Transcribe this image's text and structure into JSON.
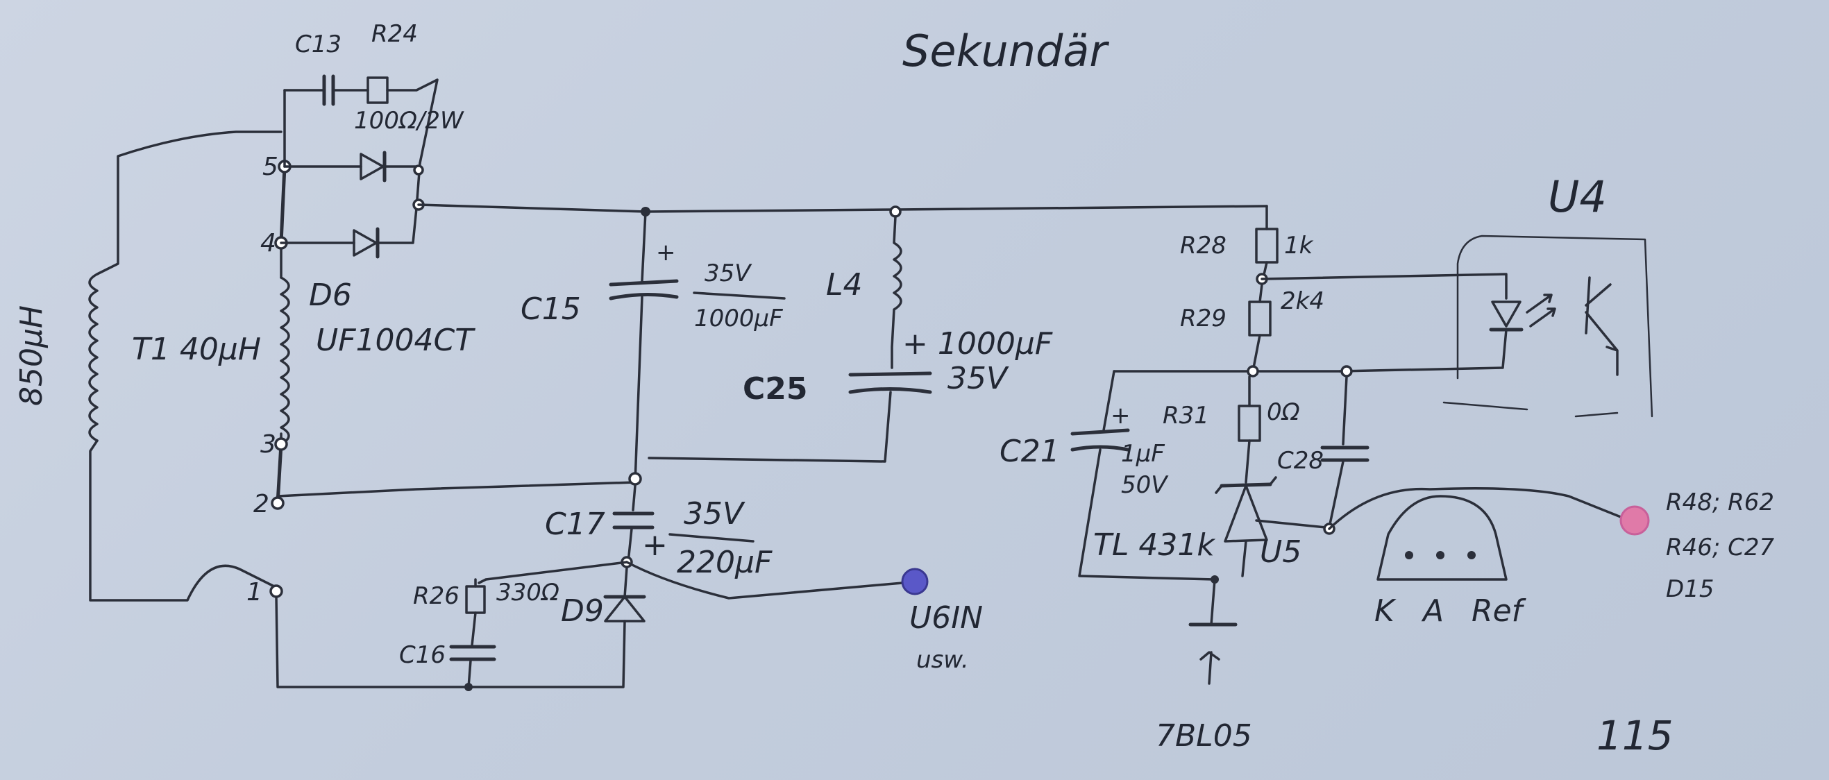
{
  "title": "Sekundär",
  "colors": {
    "paper": "#c6d0df",
    "ink": "#2b2f3a",
    "blue_marker": "#5a58c8",
    "red_marker": "#e07aa8"
  },
  "labels": {
    "c13": "C13",
    "r24": "R24",
    "r24_value": "100Ω/2W",
    "d6": "D6",
    "d6_part": "UF1004CT",
    "t1": "T1 40µH",
    "primary_inductance": "850µH",
    "pin_5": "5",
    "pin_4": "4",
    "pin_3": "3",
    "pin_2": "2",
    "pin_1": "1",
    "c15": "C15",
    "c15_voltage": "35V",
    "c15_value": "1000µF",
    "l4": "L4",
    "c25": "C25",
    "c25_value": "+ 1000µF",
    "c25_voltage": "35V",
    "c17": "C17",
    "c17_voltage": "35V",
    "c17_value": "220µF",
    "r26": "R26",
    "r26_value": "330Ω",
    "d9": "D9",
    "c16": "C16",
    "u6_label": "U6IN",
    "u6_note": "usw.",
    "r28": "R28",
    "r28_value": "1k",
    "r29": "R29",
    "r29_value": "2k4",
    "r31": "R31",
    "r31_value": "0Ω",
    "c21": "C21",
    "c21_value": "1µF",
    "c21_voltage": "50V",
    "c28": "C28",
    "tl431": "TL 431k",
    "u5": "U5",
    "u4": "U4",
    "pin_k": "K",
    "pin_a": "A",
    "pin_ref": "Ref",
    "r48_ref": "R48; R62",
    "r46_ref": "R46; C27",
    "d15_ref": "D15",
    "bl05": "7BL05",
    "sheet_number": "115"
  }
}
